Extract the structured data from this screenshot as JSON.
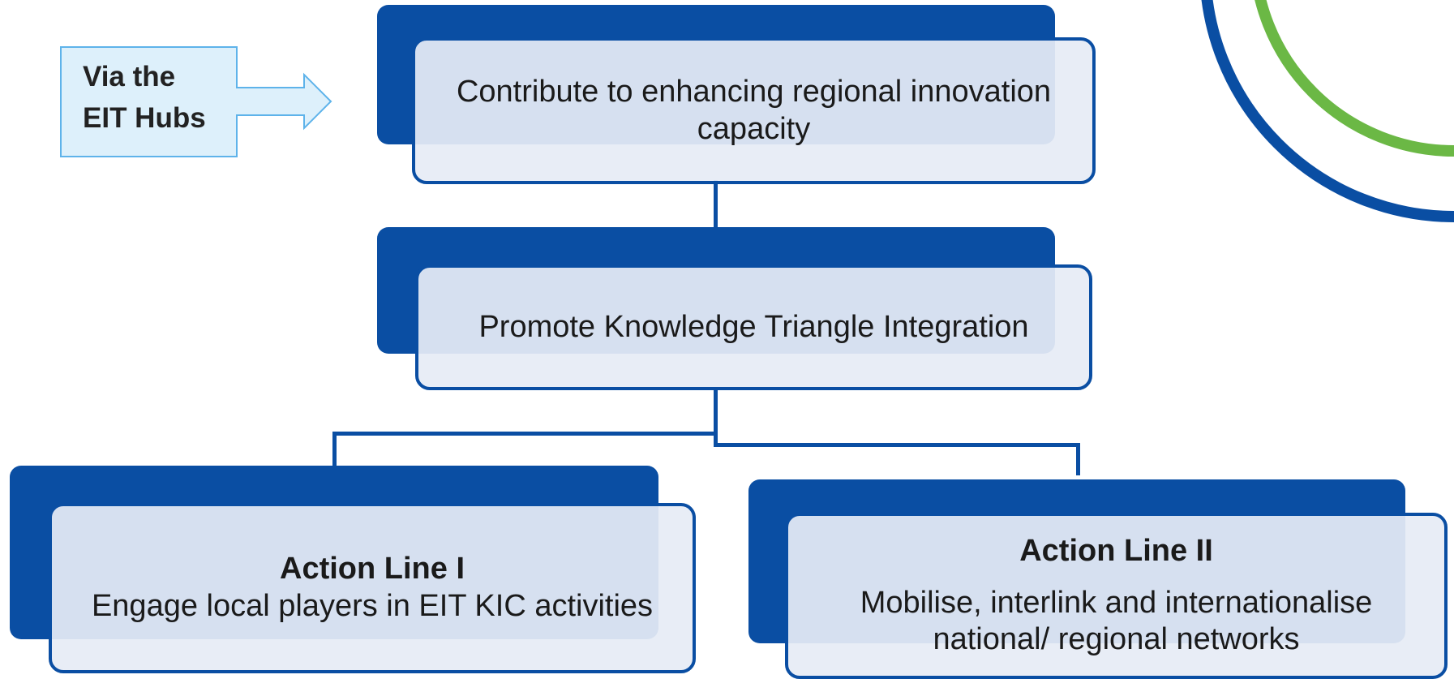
{
  "callout": {
    "line1": "Via the",
    "line2": "EIT Hubs"
  },
  "boxes": {
    "top": "Contribute to enhancing regional innovation capacity",
    "middle": "Promote Knowledge Triangle Integration",
    "left_title": "Action Line I",
    "left_text": "Engage local players in EIT KIC activities",
    "right_title": "Action Line II",
    "right_text": "Mobilise, interlink and internationalise national/ regional networks"
  },
  "colors": {
    "primary_blue": "#0a4ea3",
    "light_fill": "#e6ecf5",
    "callout_fill": "#ddf0fb",
    "callout_border": "#5eb3ea",
    "accent_green": "#6bb845"
  }
}
